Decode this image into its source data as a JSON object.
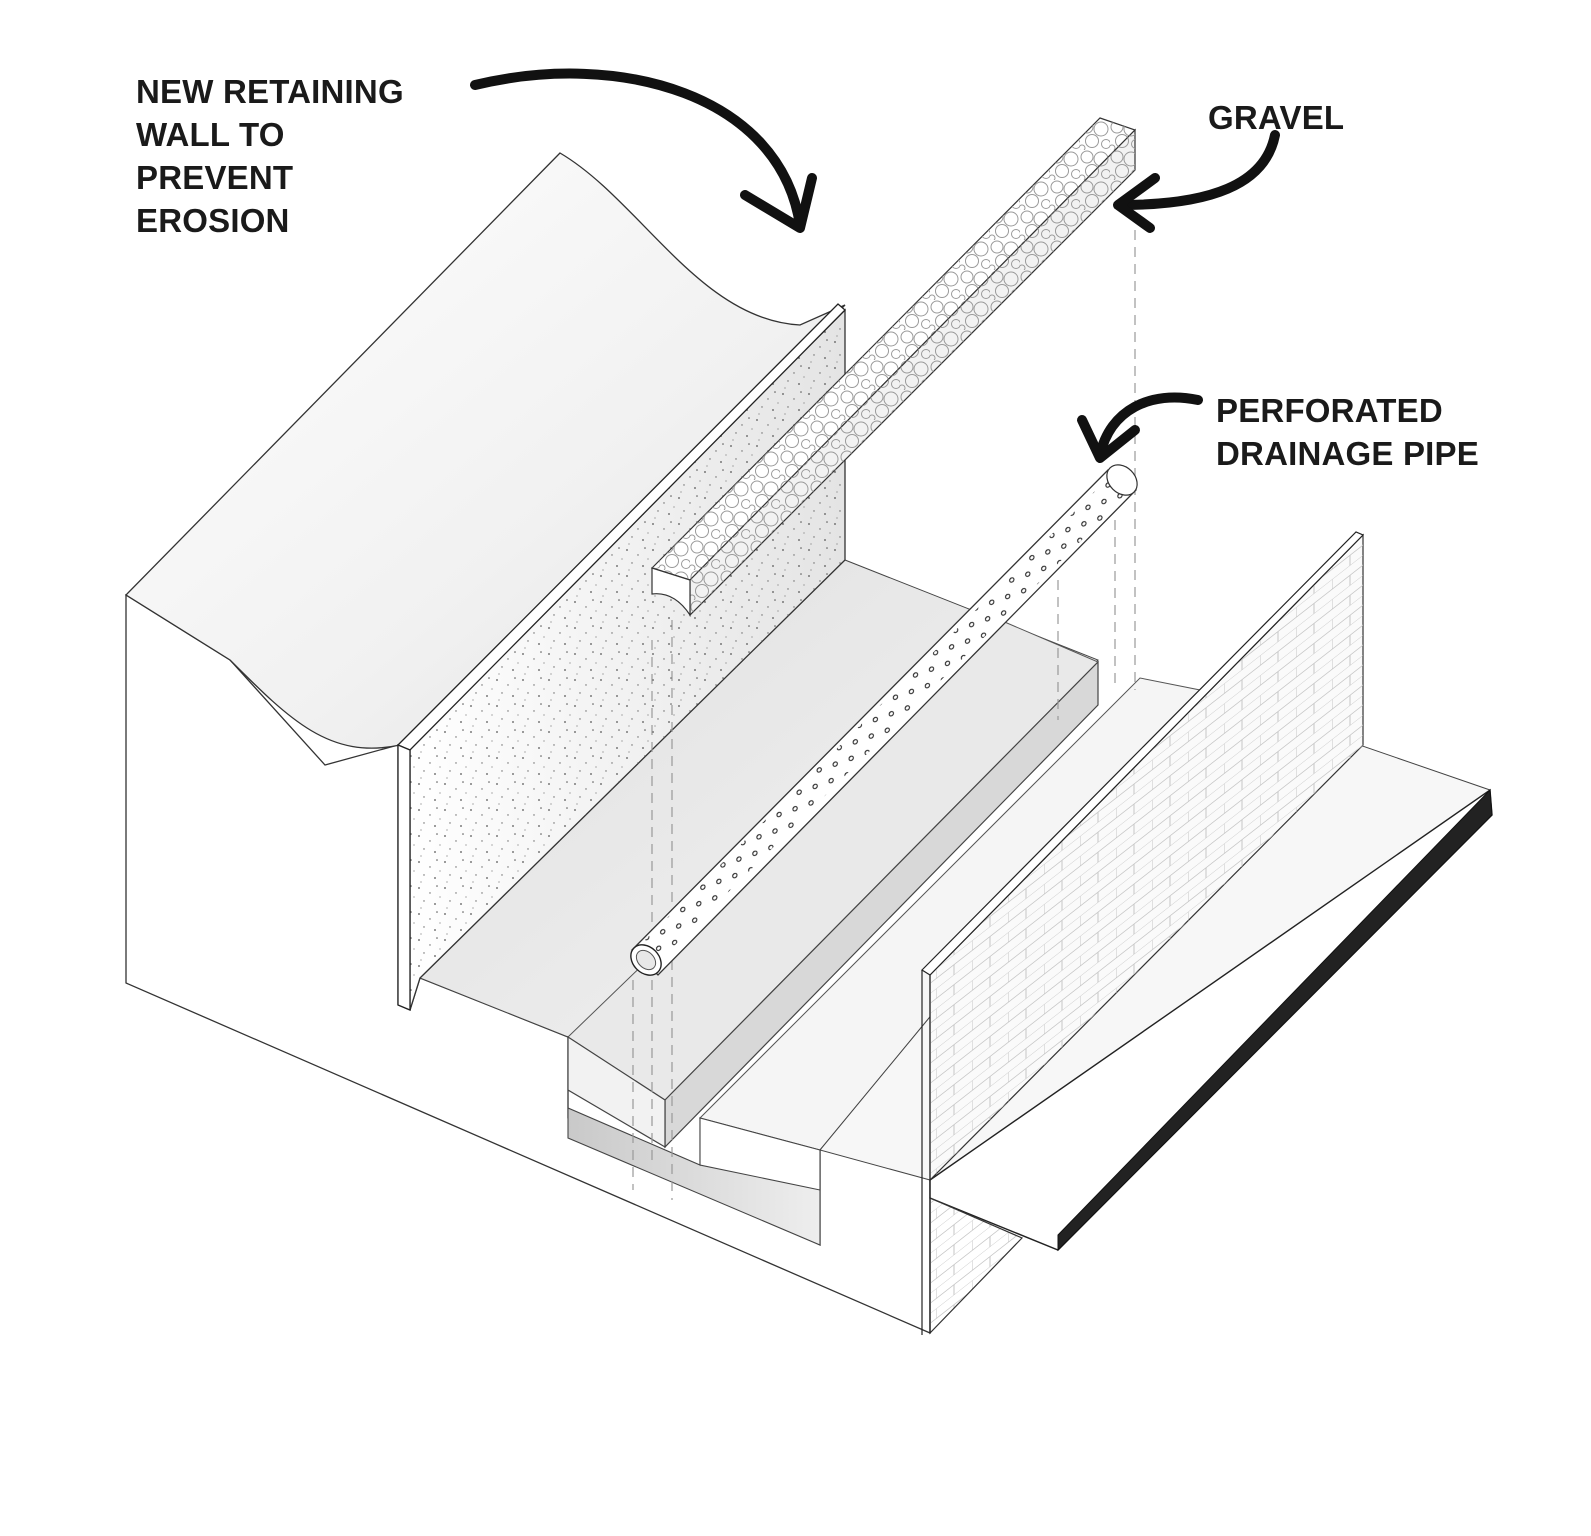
{
  "labels": {
    "retaining_wall": [
      "NEW RETAINING",
      "WALL TO",
      "PREVENT",
      "EROSION"
    ],
    "gravel": [
      "GRAVEL"
    ],
    "drainage_pipe": [
      "PERFORATED",
      "DRAINAGE PIPE"
    ]
  },
  "colors": {
    "ink": "#1a1a1a",
    "line": "#333333",
    "surface_light": "#f4f4f4",
    "surface_mid": "#e6e6e6",
    "surface_dark": "#d2d2d2"
  }
}
